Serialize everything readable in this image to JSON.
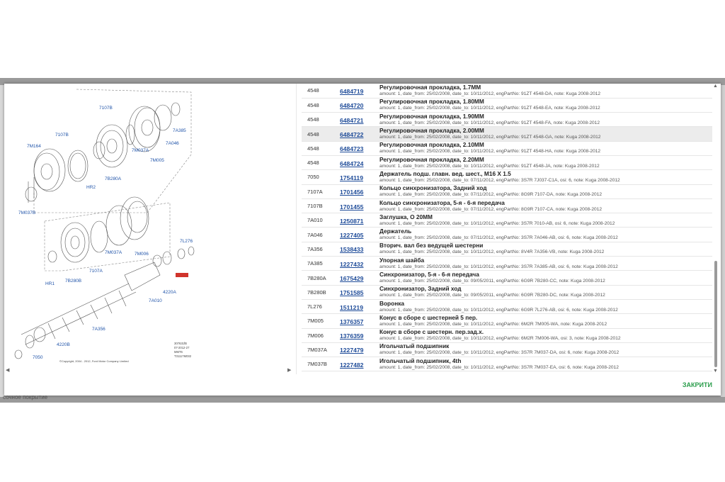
{
  "background": {
    "text": "сочное покрытие"
  },
  "diagram": {
    "labels": [
      "7107B",
      "7107B",
      "7M164",
      "7M037A",
      "7M005",
      "7A385",
      "7A046",
      "HR2",
      "7B280A",
      "7M037B",
      "7M037A",
      "7M006",
      "7L276",
      "7107A",
      "HR1",
      "7B280B",
      "4220A",
      "7A010",
      "7A356",
      "4220B",
      "7050"
    ],
    "stamp": [
      "307631fB",
      "07-2012-27",
      "MMT6",
      "T31117M032"
    ],
    "copyright": "©Copyright, 2004 - 2012, Ford Motor Company Limited"
  },
  "parts": [
    {
      "code": "4548",
      "num": "6484719",
      "name": "Регулировочная прокладка, 1.7MM",
      "meta": "amount: 1, date_from: 25/02/2008, date_to: 10/11/2012, engPartNo: 91ZT 4548-DA, note: Kuga 2008-2012"
    },
    {
      "code": "4548",
      "num": "6484720",
      "name": "Регулировочная прокладка, 1.80MM",
      "meta": "amount: 1, date_from: 25/02/2008, date_to: 10/11/2012, engPartNo: 91ZT 4548-EA, note: Kuga 2008-2012"
    },
    {
      "code": "4548",
      "num": "6484721",
      "name": "Регулировочная прокладка, 1.90MM",
      "meta": "amount: 1, date_from: 25/02/2008, date_to: 10/11/2012, engPartNo: 91ZT 4548-FA, note: Kuga 2008-2012"
    },
    {
      "code": "4548",
      "num": "6484722",
      "name": "Регулировочная прокладка, 2.00MM",
      "meta": "amount: 1, date_from: 25/02/2008, date_to: 10/11/2012, engPartNo: 91ZT 4548-GA, note: Kuga 2008-2012",
      "highlight": true
    },
    {
      "code": "4548",
      "num": "6484723",
      "name": "Регулировочная прокладка, 2.10MM",
      "meta": "amount: 1, date_from: 25/02/2008, date_to: 10/11/2012, engPartNo: 91ZT 4548-HA, note: Kuga 2008-2012"
    },
    {
      "code": "4548",
      "num": "6484724",
      "name": "Регулировочная прокладка, 2.20MM",
      "meta": "amount: 1, date_from: 25/02/2008, date_to: 10/11/2012, engPartNo: 91ZT 4548-JA, note: Kuga 2008-2012"
    },
    {
      "code": "7050",
      "num": "1754119",
      "name": "Держатель подш. главн. вед. шест., M16 X 1.5",
      "meta": "amount: 1, date_from: 25/02/2008, date_to: 07/11/2012, engPartNo: 3S7R 7J037-C1A, osi: 6, note: Kuga 2008-2012"
    },
    {
      "code": "7107A",
      "num": "1701456",
      "name": "Кольцо синхронизатора, Задний ход",
      "meta": "amount: 1, date_from: 25/02/2008, date_to: 07/11/2012, engPartNo: 8G9R 7107-DA, note: Kuga 2008-2012"
    },
    {
      "code": "7107B",
      "num": "1701455",
      "name": "Кольцо синхронизатора, 5-я - 6-я передача",
      "meta": "amount: 1, date_from: 25/02/2008, date_to: 07/11/2012, engPartNo: 8G9R 7107-CA, note: Kuga 2008-2012"
    },
    {
      "code": "7A010",
      "num": "1250871",
      "name": "Заглушка, О 20MM",
      "meta": "amount: 1, date_from: 25/02/2008, date_to: 10/11/2012, engPartNo: 3S7R 7010-AB, osi: 6, note: Kuga 2008-2012"
    },
    {
      "code": "7A046",
      "num": "1227405",
      "name": "Держатель",
      "meta": "amount: 1, date_from: 25/02/2008, date_to: 07/11/2012, engPartNo: 3S7R 7A046-AB, osi: 6, note: Kuga 2008-2012"
    },
    {
      "code": "7A356",
      "num": "1538433",
      "name": "Вторич. вал без ведущей шестерни",
      "meta": "amount: 1, date_from: 25/02/2008, date_to: 10/11/2012, engPartNo: 8V4R 7A356-VB, note: Kuga 2008-2012"
    },
    {
      "code": "7A385",
      "num": "1227432",
      "name": "Упорная шайба",
      "meta": "amount: 1, date_from: 25/02/2008, date_to: 10/11/2012, engPartNo: 3S7R 7A385-AB, osi: 6, note: Kuga 2008-2012"
    },
    {
      "code": "7B280A",
      "num": "1675429",
      "name": "Синхронизатор, 5-я - 6-я передача",
      "meta": "amount: 1, date_from: 25/02/2008, date_to: 09/05/2011, engPartNo: 6G9R 7B280-CC, note: Kuga 2008-2012"
    },
    {
      "code": "7B280B",
      "num": "1751585",
      "name": "Синхронизатор, Задний ход",
      "meta": "amount: 1, date_from: 25/02/2008, date_to: 09/05/2011, engPartNo: 6G9R 7B280-DC, note: Kuga 2008-2012"
    },
    {
      "code": "7L276",
      "num": "1511219",
      "name": "Воронка",
      "meta": "amount: 1, date_from: 25/02/2008, date_to: 10/11/2012, engPartNo: 6G9R 7L276-AB, osi: 6, note: Kuga 2008-2012"
    },
    {
      "code": "7M005",
      "num": "1376357",
      "name": "Конус в сборе с шестерней 5 пер.",
      "meta": "amount: 1, date_from: 25/02/2008, date_to: 10/11/2012, engPartNo: 6M2R 7M005-WA, note: Kuga 2008-2012"
    },
    {
      "code": "7M006",
      "num": "1376359",
      "name": "Конус в сборе с шестерн. пер.зад.х.",
      "meta": "amount: 1, date_from: 25/02/2008, date_to: 10/11/2012, engPartNo: 6M2R 7M006-WA, osi: 3, note: Kuga 2008-2012"
    },
    {
      "code": "7M037A",
      "num": "1227479",
      "name": "Игольчатый подшипник",
      "meta": "amount: 1, date_from: 25/02/2008, date_to: 10/11/2012, engPartNo: 3S7R 7M037-DA, osi: 6, note: Kuga 2008-2012"
    },
    {
      "code": "7M037B",
      "num": "1227482",
      "name": "Игольчатый подшипник, 4th",
      "meta": "amount: 1, date_from: 25/02/2008, date_to: 10/11/2012, engPartNo: 3S7R 7M037-EA, osi: 6, note: Kuga 2008-2012"
    }
  ],
  "close_label": "ЗАКРИТИ",
  "colors": {
    "link": "#1f4c99",
    "close": "#2a9d4b",
    "label": "#2255aa",
    "highlight": "#ececec"
  }
}
